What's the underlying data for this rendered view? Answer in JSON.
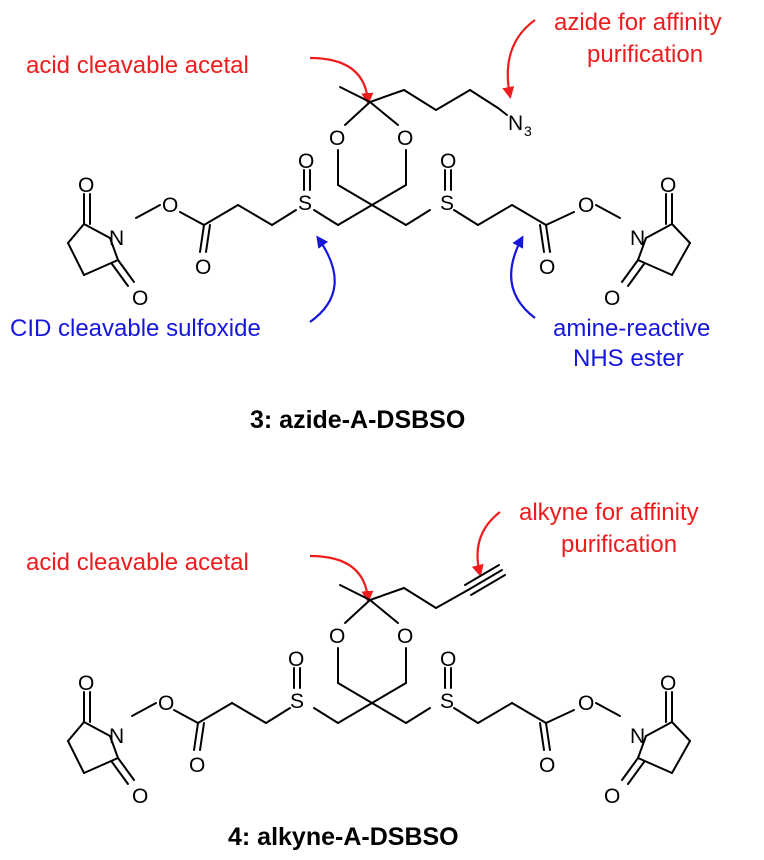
{
  "colors": {
    "acid": "#ee1c1c",
    "blue": "#1616dd",
    "bond": "#000000"
  },
  "structure3": {
    "name": "3: azide-A-DSBSO",
    "labels": {
      "acid": "acid cleavable acetal",
      "tag_line1": "azide for affinity",
      "tag_line2": "purification",
      "cid": "CID cleavable sulfoxide",
      "nhs_line1": "amine-reactive",
      "nhs_line2": "NHS ester"
    },
    "atoms": {
      "O": "O",
      "N": "N",
      "S": "S",
      "azide_N": "N",
      "azide_sub": "3"
    }
  },
  "structure4": {
    "name": "4: alkyne-A-DSBSO",
    "labels": {
      "acid": "acid cleavable acetal",
      "tag_line1": "alkyne for affinity",
      "tag_line2": "purification"
    },
    "atoms": {
      "O": "O",
      "N": "N",
      "S": "S"
    }
  }
}
